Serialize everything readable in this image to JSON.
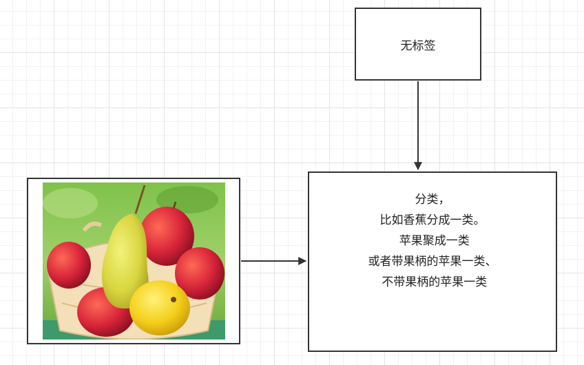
{
  "nodes": {
    "label_box": {
      "text": "无标签"
    },
    "image_box": {
      "image": "fruit-basket-photo"
    },
    "description_box": {
      "lines": [
        "分类，",
        "比如香蕉分成一类。",
        " 苹果聚成一类",
        "或者带果柄的苹果一类、",
        " 不带果柄的苹果一类"
      ]
    }
  },
  "edges": [
    {
      "from": "label_box",
      "to": "description_box"
    },
    {
      "from": "image_box",
      "to": "description_box"
    }
  ],
  "colors": {
    "stroke": "#333333",
    "grid_major": "#e4e4e4",
    "grid_minor": "#f2f2f2"
  }
}
